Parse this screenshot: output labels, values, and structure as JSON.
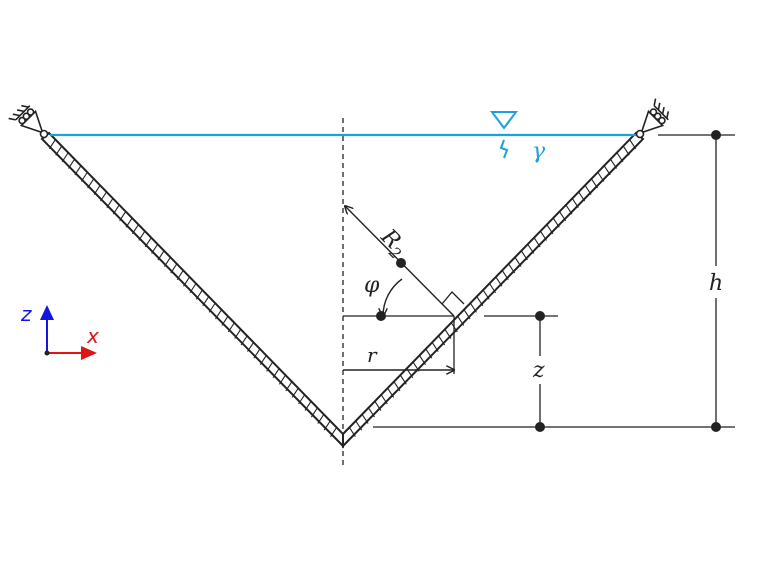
{
  "labels": {
    "gamma": "γ",
    "R": "R",
    "R_sub": "2",
    "phi": "φ",
    "r": "r",
    "z_dim": "z",
    "h_dim": "h",
    "axis_z": "z",
    "axis_x": "x"
  },
  "colors": {
    "water": "#1ea0dc",
    "structure": "#222222",
    "axis_z": "#1515e0",
    "axis_x": "#e01515"
  }
}
